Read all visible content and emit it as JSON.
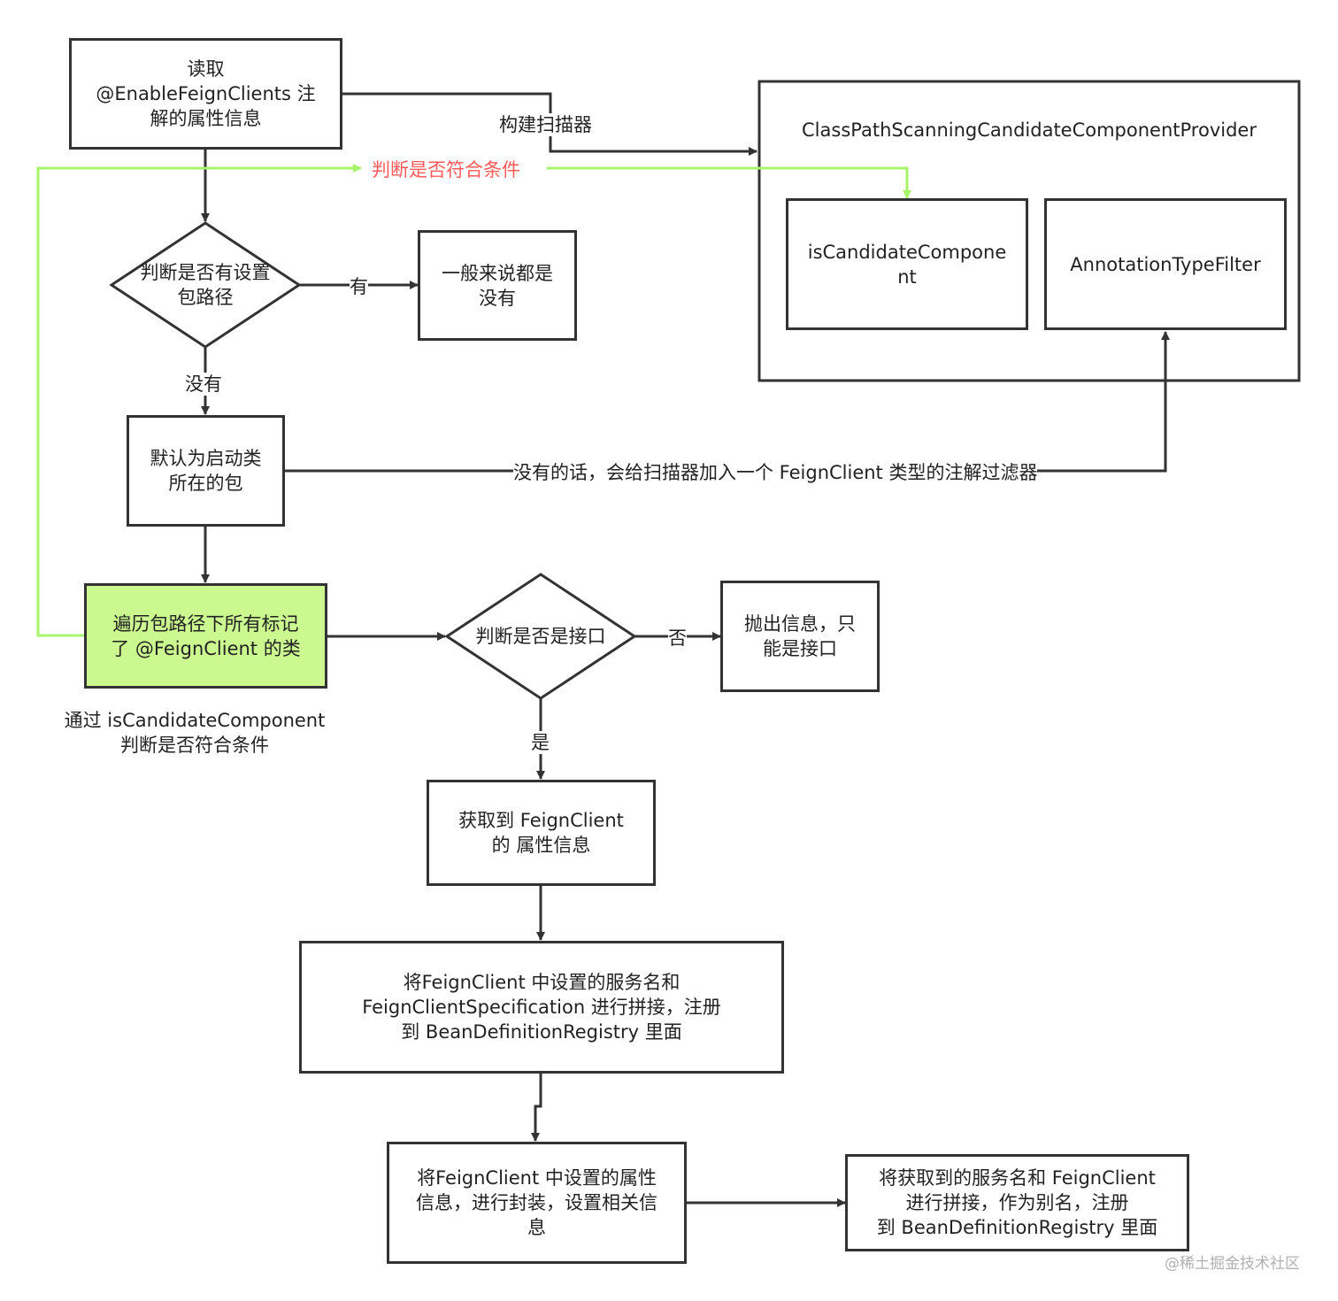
{
  "nodes": {
    "read_attrs": "读取\n@EnableFeignClients 注\n解的属性信息",
    "scanner_provider": "ClassPathScanningCandidateComponentProvider",
    "is_candidate": "isCandidateCompone\nnt",
    "annotation_filter": "AnnotationTypeFilter",
    "check_package": "判断是否有设置\n包路径",
    "generally_none": "一般来说都是\n没有",
    "default_package": "默认为启动类\n所在的包",
    "traverse": "遍历包路径下所有标记\n了 @FeignClient 的类",
    "check_interface": "判断是否是接口",
    "throw_info": "抛出信息，只\n能是接口",
    "get_attrs": "获取到 FeignClient\n的 属性信息",
    "register_spec": "将FeignClient 中设置的服务名和\nFeignClientSpecification 进行拼接，注册\n到 BeanDefinitionRegistry 里面",
    "encapsulate": "将FeignClient 中设置的属性\n信息，进行封装，设置相关信\n息",
    "alias": "将获取到的服务名和 FeignClient\n进行拼接，作为别名，注册\n到 BeanDefinitionRegistry 里面"
  },
  "edge_labels": {
    "build_scanner": "构建扫描器",
    "check_condition": "判断是否符合条件",
    "yes_have": "有",
    "no_have": "没有",
    "add_filter": "没有的话，会给扫描器加入一个 FeignClient 类型的注解过滤器",
    "no": "否",
    "yes": "是"
  },
  "notes": {
    "via_candidate": "通过 isCandidateComponent\n判断是否符合条件"
  },
  "watermark": "@稀土掘金技术社区",
  "colors": {
    "stroke": "#333333",
    "green_line": "#a6f56b",
    "green_fill": "#ccf890",
    "red_text": "#ff5a5a"
  }
}
